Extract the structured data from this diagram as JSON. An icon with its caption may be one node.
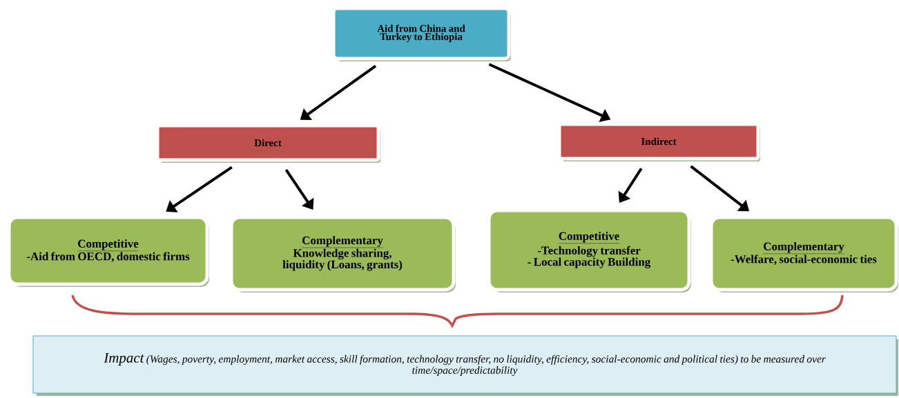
{
  "diagram": {
    "nodes": [
      {
        "text": [
          "Aid from China and Turkey to Ethiopia"
        ]
      },
      {
        "text": [
          "Direct"
        ]
      },
      {
        "text": [
          "Indirect"
        ]
      },
      {
        "text": [
          "Competitive",
          "-Aid from OECD, domestic firms"
        ]
      },
      {
        "text": [
          "Complementary",
          "Knowledge sharing, liquidity (Loans, grants)"
        ]
      },
      {
        "text": [
          "Competitive",
          "-Technology transfer",
          "- Local capacity Building"
        ]
      },
      {
        "text": [
          "Complementary",
          "-Welfare, social-economic ties"
        ]
      },
      {
        "text": [
          "Impact",
          "(Wages, poverty, employment, market access, skill formation, technology transfer, no  liquidity, efficiency, social-economic and political ties) to be measured over time/space/predictability"
        ]
      }
    ],
    "edges": [
      {
        "from": 0,
        "to": 1,
        "arrow": "to"
      },
      {
        "from": 0,
        "to": 2,
        "arrow": "to"
      },
      {
        "from": 1,
        "to": 3,
        "arrow": "to"
      },
      {
        "from": 1,
        "to": 4,
        "arrow": "to"
      },
      {
        "from": 2,
        "to": 5,
        "arrow": "to"
      },
      {
        "from": 2,
        "to": 6,
        "arrow": "to"
      }
    ]
  }
}
